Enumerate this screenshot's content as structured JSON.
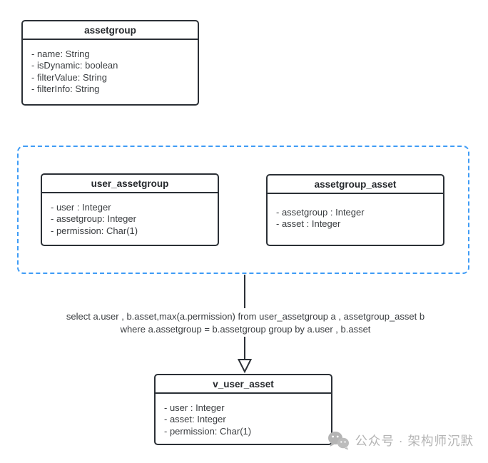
{
  "diagram": {
    "classes": [
      {
        "id": "assetgroup",
        "title": "assetgroup",
        "fields": [
          "- name: String",
          "- isDynamic: boolean",
          "- filterValue: String",
          "- filterInfo: String"
        ]
      },
      {
        "id": "user_assetgroup",
        "title": "user_assetgroup",
        "fields": [
          "- user : Integer",
          "- assetgroup: Integer",
          "- permission: Char(1)"
        ]
      },
      {
        "id": "assetgroup_asset",
        "title": "assetgroup_asset",
        "fields": [
          "- assetgroup : Integer",
          "- asset : Integer"
        ]
      },
      {
        "id": "v_user_asset",
        "title": "v_user_asset",
        "fields": [
          "- user : Integer",
          "- asset: Integer",
          "- permission: Char(1)"
        ]
      }
    ],
    "sql_annotation": {
      "line1": "select a.user , b.asset,max(a.permission) from user_assetgroup a , assetgroup_asset b",
      "line2": "where a.assetgroup = b.assetgroup group by a.user , b.asset"
    },
    "watermark": {
      "icon": "wechat-icon",
      "text": "公众号 · 架构师沉默"
    },
    "colors": {
      "box_border": "#2b3036",
      "title_text": "#25282c",
      "field_text": "#3a3d40",
      "group_border": "#3f9cf6",
      "arrow": "#2b3036",
      "watermark_text": "#b4b4b4"
    }
  }
}
